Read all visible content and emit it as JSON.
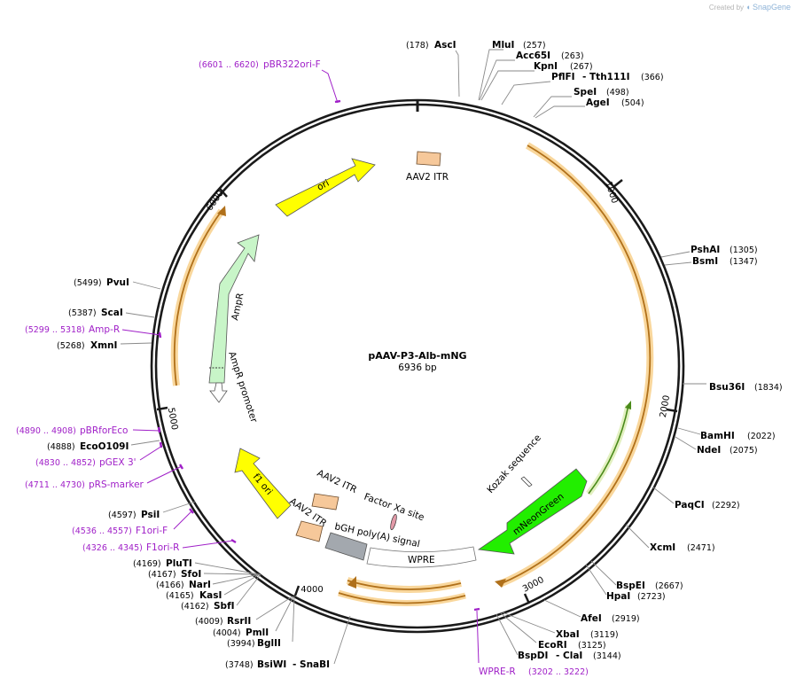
{
  "credit": {
    "prefix": "Created by",
    "brand": "SnapGene"
  },
  "plasmid": {
    "name": "pAAV-P3-Alb-mNG",
    "size": "6936 bp",
    "total_bp": 6936
  },
  "ticks": [
    "1000",
    "2000",
    "3000",
    "4000",
    "5000",
    "6000"
  ],
  "sites": [
    {
      "name": "AscI",
      "pos": "(178)"
    },
    {
      "name": "MluI",
      "pos": "(257)"
    },
    {
      "name": "Acc65I",
      "pos": "(263)"
    },
    {
      "name": "KpnI",
      "pos": "(267)"
    },
    {
      "name": "PflFI",
      "pos": "(366)",
      "extra": "- Tth111I"
    },
    {
      "name": "SpeI",
      "pos": "(498)"
    },
    {
      "name": "AgeI",
      "pos": "(504)"
    },
    {
      "name": "PshAI",
      "pos": "(1305)"
    },
    {
      "name": "BsmI",
      "pos": "(1347)"
    },
    {
      "name": "Bsu36I",
      "pos": "(1834)"
    },
    {
      "name": "BamHI",
      "pos": "(2022)"
    },
    {
      "name": "NdeI",
      "pos": "(2075)"
    },
    {
      "name": "PaqCI",
      "pos": "(2292)"
    },
    {
      "name": "XcmI",
      "pos": "(2471)"
    },
    {
      "name": "BspEI",
      "pos": "(2667)"
    },
    {
      "name": "HpaI",
      "pos": "(2723)"
    },
    {
      "name": "AfeI",
      "pos": "(2919)"
    },
    {
      "name": "XbaI",
      "pos": "(3119)"
    },
    {
      "name": "EcoRI",
      "pos": "(3125)"
    },
    {
      "name": "BspDI",
      "pos": "(3144)",
      "extra": "- ClaI"
    },
    {
      "name": "BsiWI",
      "pos": "(3748)",
      "extra": "- SnaBI"
    },
    {
      "name": "BglII",
      "pos": "(3994)"
    },
    {
      "name": "PmlI",
      "pos": "(4004)"
    },
    {
      "name": "RsrII",
      "pos": "(4009)"
    },
    {
      "name": "SbfI",
      "pos": "(4162)"
    },
    {
      "name": "KasI",
      "pos": "(4165)"
    },
    {
      "name": "NarI",
      "pos": "(4166)"
    },
    {
      "name": "SfoI",
      "pos": "(4167)"
    },
    {
      "name": "PluTI",
      "pos": "(4169)"
    },
    {
      "name": "PsiI",
      "pos": "(4597)"
    },
    {
      "name": "EcoO109I",
      "pos": "(4888)"
    },
    {
      "name": "XmnI",
      "pos": "(5268)"
    },
    {
      "name": "ScaI",
      "pos": "(5387)"
    },
    {
      "name": "PvuI",
      "pos": "(5499)"
    }
  ],
  "primers": [
    {
      "name": "pBR322ori-F",
      "pos": "(6601 .. 6620)"
    },
    {
      "name": "Amp-R",
      "pos": "(5299 .. 5318)"
    },
    {
      "name": "pBRforEco",
      "pos": "(4890 .. 4908)"
    },
    {
      "name": "pGEX 3'",
      "pos": "(4830 .. 4852)"
    },
    {
      "name": "pRS-marker",
      "pos": "(4711 .. 4730)"
    },
    {
      "name": "F1ori-F",
      "pos": "(4536 .. 4557)"
    },
    {
      "name": "F1ori-R",
      "pos": "(4326 .. 4345)"
    },
    {
      "name": "WPRE-R",
      "pos": "(3202 .. 3222)"
    }
  ],
  "features": {
    "aav2_itr_top": "AAV2 ITR",
    "ori": "ori",
    "ampr": "AmpR",
    "ampr_promoter": "AmpR promoter",
    "kozak": "Kozak sequence",
    "mneongreen": "mNeonGreen",
    "f1_ori": "f1 ori",
    "aav2_itr_b1": "AAV2 ITR",
    "aav2_itr_b2": "AAV2 ITR",
    "factor_xa": "Factor Xa site",
    "bgh": "bGH poly(A) signal",
    "wpre": "WPRE"
  },
  "colors": {
    "backbone": "#1a1a1a",
    "site_line": "#8a8a8a",
    "primer": "#a020c8",
    "orange_orf_fill": "#f5a623",
    "orange_orf_glow": "#f9d79c",
    "itr": "#f6c89a",
    "ori": "#ffff00",
    "ampr": "#c8f5c8",
    "mneongreen": "#22ee00",
    "bgh": "#a3a8ae",
    "factor_xa": "#e29aa8"
  }
}
